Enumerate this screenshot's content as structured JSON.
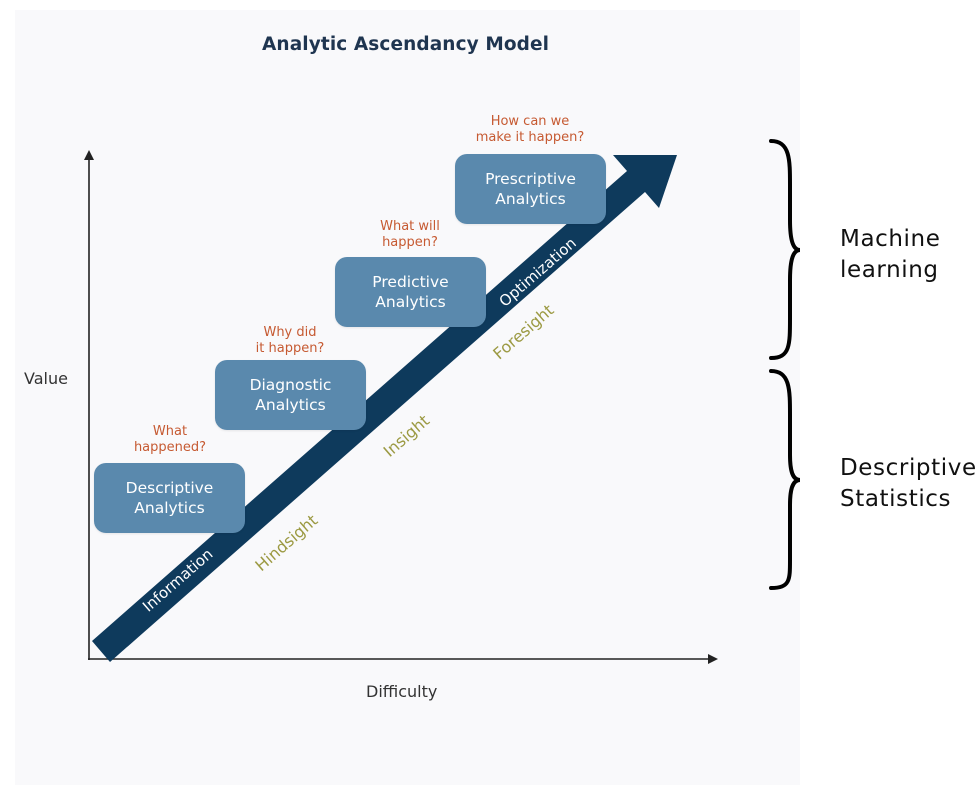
{
  "title": "Analytic Ascendancy Model",
  "axes": {
    "y_label": "Value",
    "x_label": "Difficulty"
  },
  "stages": [
    {
      "label": "Descriptive\nAnalytics",
      "question": "What\nhappened?"
    },
    {
      "label": "Diagnostic\nAnalytics",
      "question": "Why did\nit happen?"
    },
    {
      "label": "Predictive\nAnalytics",
      "question": "What will\nhappen?"
    },
    {
      "label": "Prescriptive\nAnalytics",
      "question": "How can we\nmake it happen?"
    }
  ],
  "arrow_terms": [
    "Information",
    "Optimization"
  ],
  "outcome_terms": [
    "Hindsight",
    "Insight",
    "Foresight"
  ],
  "brackets": {
    "upper": "Machine\nlearning",
    "lower": "Descriptive\nStatistics"
  },
  "colors": {
    "title": "#1f3550",
    "stage_box": "#5a89ad",
    "arrow": "#0e3a5c",
    "question_text": "#c65a32",
    "outcome_text": "#9c9a43"
  }
}
